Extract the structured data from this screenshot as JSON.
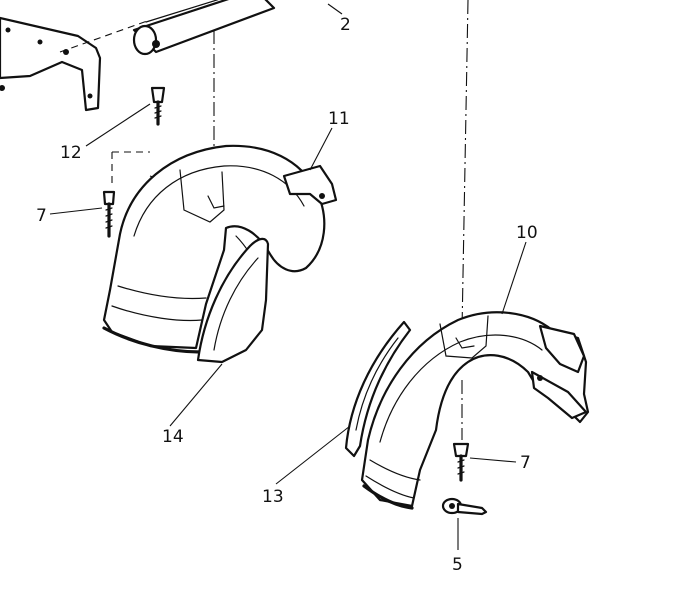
{
  "callouts": {
    "c2": "2",
    "c11": "11",
    "c12": "12",
    "c7a": "7",
    "c10": "10",
    "c14": "14",
    "c7b": "7",
    "c13": "13",
    "c5": "5"
  }
}
